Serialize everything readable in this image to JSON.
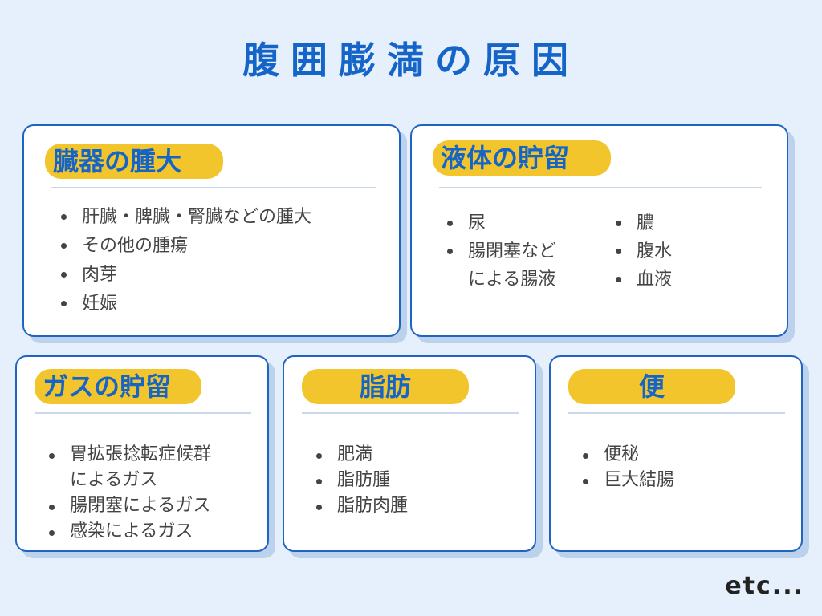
{
  "title": "腹囲膨満の原因",
  "cards": [
    {
      "heading": "臓器の腫大",
      "items": [
        "肝臓・脾臓・腎臓などの腫大",
        "その他の腫瘍",
        "肉芽",
        "妊娠"
      ]
    },
    {
      "heading": "液体の貯留",
      "items_left": [
        "尿",
        "腸閉塞など\nによる腸液"
      ],
      "items_right": [
        "膿",
        "腹水",
        "血液"
      ]
    },
    {
      "heading": "ガスの貯留",
      "items": [
        "胃拡張捻転症候群\nによるガス",
        "腸閉塞によるガス",
        "感染によるガス"
      ]
    },
    {
      "heading": "脂肪",
      "items": [
        "肥満",
        "脂肪腫",
        "脂肪肉腫"
      ]
    },
    {
      "heading": "便",
      "items": [
        "便秘",
        "巨大結腸"
      ]
    }
  ],
  "footer": "etc...",
  "colors": {
    "background": "#e5f0fc",
    "accent": "#1565c8",
    "pill": "#f2c52c",
    "card_border": "#1f64c0"
  }
}
